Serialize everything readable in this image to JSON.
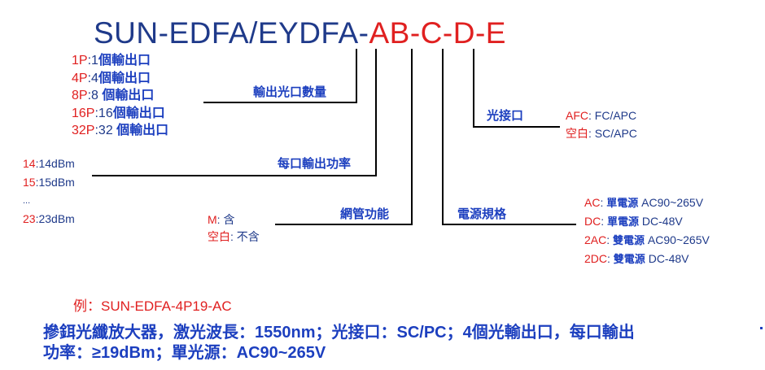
{
  "title": {
    "prefix": "SUN-EDFA/EYDFA-",
    "code": "AB-C-D-E"
  },
  "ports": {
    "label": "輸出光口數量",
    "options": [
      {
        "key": "1P",
        "sep": ":",
        "val": "1",
        "text": "個輸出口"
      },
      {
        "key": "4P",
        "sep": ":",
        "val": "4",
        "text": "個輸出口"
      },
      {
        "key": "8P",
        "sep": ":",
        "val": "8 ",
        "text": "個輸出口"
      },
      {
        "key": "16P",
        "sep": ":",
        "val": "16",
        "text": "個輸出口"
      },
      {
        "key": "32P",
        "sep": ":",
        "val": "32 ",
        "text": "個輸出口"
      }
    ]
  },
  "power": {
    "label": "每口輸出功率",
    "options": [
      {
        "key": "14",
        "sep": ":",
        "val": "14dBm"
      },
      {
        "key": "15",
        "sep": ":",
        "val": "15dBm"
      },
      {
        "key": "...",
        "sep": "",
        "val": ""
      },
      {
        "key": "23",
        "sep": ":",
        "val": "23dBm"
      }
    ]
  },
  "network": {
    "label": "網管功能",
    "options": [
      {
        "key": "M",
        "sep": ": ",
        "val": "含"
      },
      {
        "key": "空白",
        "sep": ": ",
        "val": "不含"
      }
    ]
  },
  "supply": {
    "label": "電源規格",
    "options": [
      {
        "key": "AC",
        "sep": ": ",
        "type": "單電源",
        "val": " AC90~265V"
      },
      {
        "key": "DC",
        "sep": ": ",
        "type": "單電源",
        "val": " DC-48V"
      },
      {
        "key": "2AC",
        "sep": ": ",
        "type": "雙電源",
        "val": " AC90~265V"
      },
      {
        "key": "2DC",
        "sep": ": ",
        "type": "雙電源",
        "val": " DC-48V"
      }
    ]
  },
  "connector": {
    "label": "光接口",
    "options": [
      {
        "key": "AFC",
        "sep": ": ",
        "val": "FC/APC"
      },
      {
        "key": "空白",
        "sep": ": ",
        "val": "SC/APC"
      }
    ]
  },
  "example": {
    "label": "例：SUN-EDFA-4P19-AC",
    "line1": "摻鉺光纖放大器，激光波長：1550nm；光接口：SC/PC；4個光輸出口，每口輸出",
    "line2": "功率：≥19dBm；單光源：AC90~265V"
  },
  "colors": {
    "navy": "#1f3a8a",
    "red": "#e02020",
    "blue": "#1c3fbf"
  }
}
